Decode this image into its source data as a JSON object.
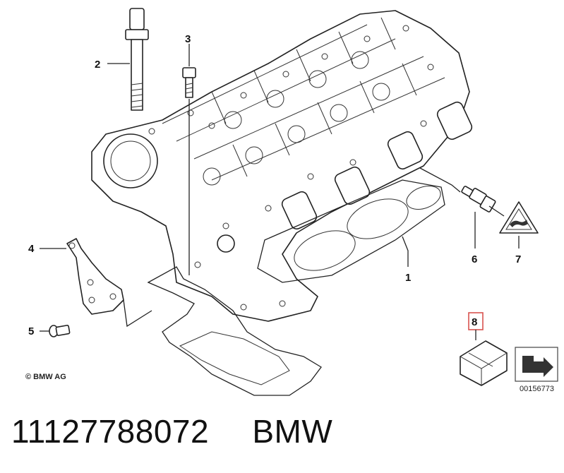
{
  "callouts": {
    "c1": "1",
    "c2": "2",
    "c3": "3",
    "c4": "4",
    "c5": "5",
    "c6": "6",
    "c7": "7",
    "c8": "8"
  },
  "copyright": "© BMW AG",
  "document_number": "00156773",
  "footer": {
    "part_number": "11127788072",
    "brand": "BMW"
  },
  "colors": {
    "highlight_box": "#d9534f"
  },
  "icons": [
    "warning-triangle-icon",
    "next-page-arrow-icon"
  ]
}
